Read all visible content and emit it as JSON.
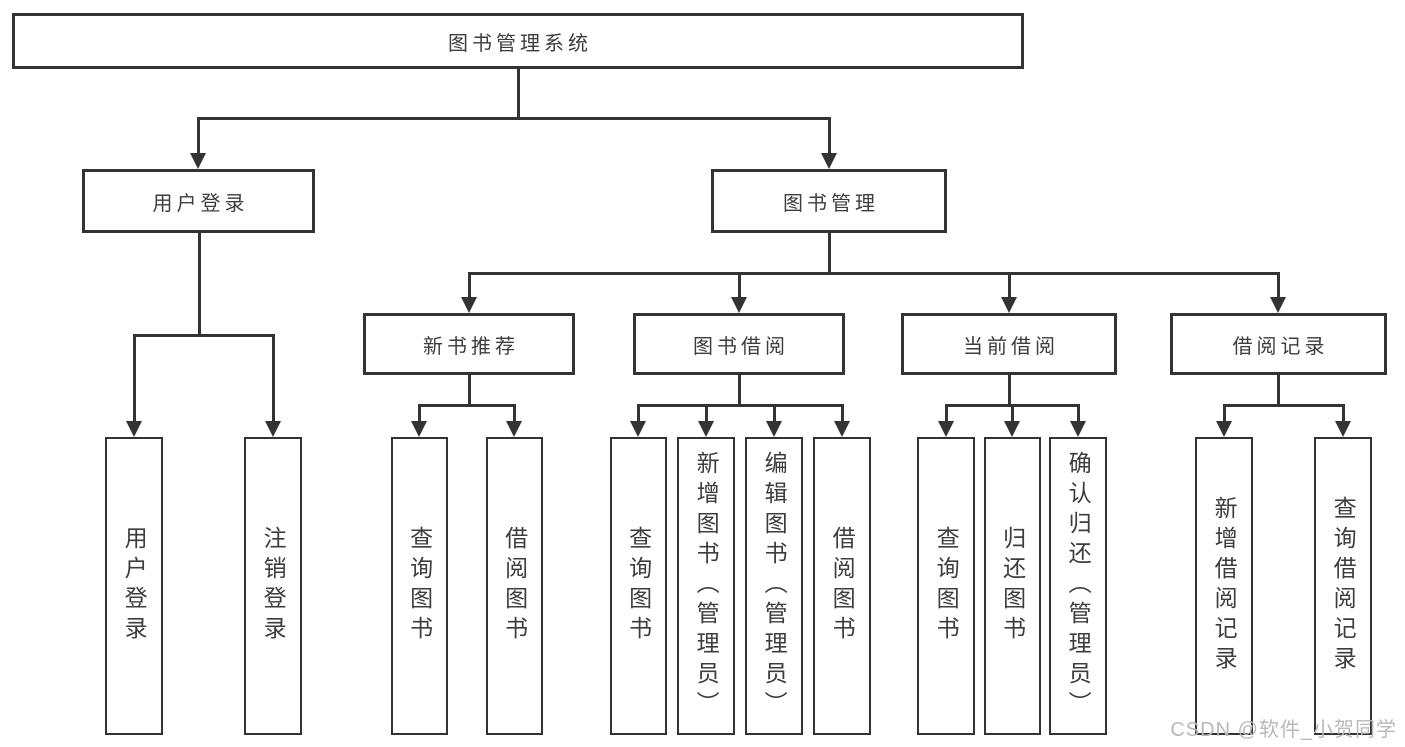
{
  "colors": {
    "line": "#333333",
    "text": "#3d3d3d",
    "background": "#ffffff",
    "watermark": "#b8b8b8"
  },
  "watermark": "CSDN @软件_小贺同学",
  "tree": {
    "label": "图书管理系统",
    "children": [
      {
        "label": "用户登录",
        "children": [
          {
            "label": "用户登录"
          },
          {
            "label": "注销登录"
          }
        ]
      },
      {
        "label": "图书管理",
        "children": [
          {
            "label": "新书推荐",
            "children": [
              {
                "label": "查询图书"
              },
              {
                "label": "借阅图书"
              }
            ]
          },
          {
            "label": "图书借阅",
            "children": [
              {
                "label": "查询图书"
              },
              {
                "label": "新增图书（管理员）"
              },
              {
                "label": "编辑图书（管理员）"
              },
              {
                "label": "借阅图书"
              }
            ]
          },
          {
            "label": "当前借阅",
            "children": [
              {
                "label": "查询图书"
              },
              {
                "label": "归还图书"
              },
              {
                "label": "确认归还（管理员）"
              }
            ]
          },
          {
            "label": "借阅记录",
            "children": [
              {
                "label": "新增借阅记录"
              },
              {
                "label": "查询借阅记录"
              }
            ]
          }
        ]
      }
    ]
  }
}
